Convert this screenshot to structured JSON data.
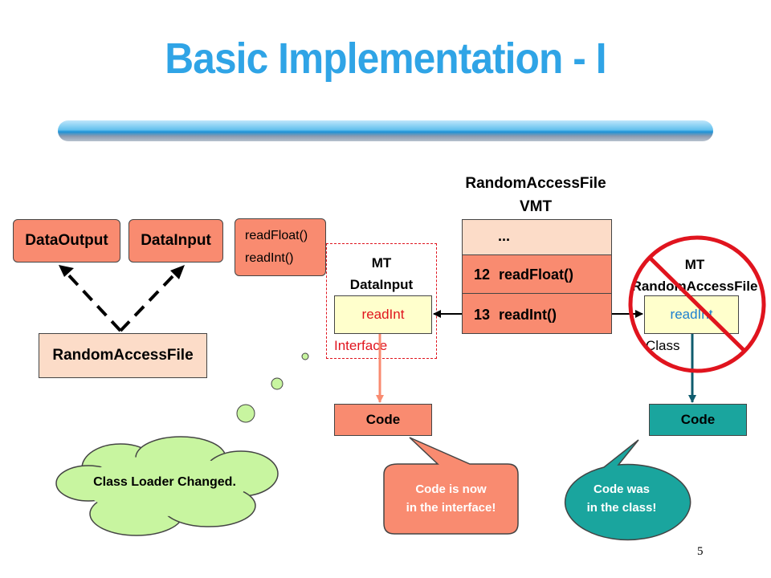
{
  "slide": {
    "title": "Basic Implementation - I",
    "page_number": "5"
  },
  "left": {
    "data_output": "DataOutput",
    "data_input": "DataInput",
    "random_access_file": "RandomAccessFile",
    "methods_note": [
      "readFloat()",
      "readInt()"
    ]
  },
  "vmt": {
    "title_line1": "RandomAccessFile",
    "title_line2": "VMT",
    "ellipsis": "...",
    "rows": [
      {
        "index": "12",
        "method": "readFloat()"
      },
      {
        "index": "13",
        "method": "readInt()"
      }
    ]
  },
  "mt_datainput": {
    "label_line1": "MT",
    "label_line2": "DataInput",
    "entry": "readInt",
    "kind": "Interface",
    "code": "Code"
  },
  "mt_raf": {
    "label_line1": "MT",
    "label_line2": "RandomAccessFile",
    "entry": "readInt",
    "kind": "Class",
    "code": "Code"
  },
  "bubbles": {
    "cloud": "Class Loader Changed.",
    "interface_line1": "Code is now",
    "interface_line2": "in the interface!",
    "class_line1": "Code was",
    "class_line2": "in the class!"
  },
  "colors": {
    "title": "#2fa4e6",
    "salmon": "#f98b70",
    "peach": "#fcdcc8",
    "yellow": "#ffffcc",
    "teal": "#1aa59e",
    "cloud": "#c8f5a0",
    "cross": "#e0141e"
  }
}
